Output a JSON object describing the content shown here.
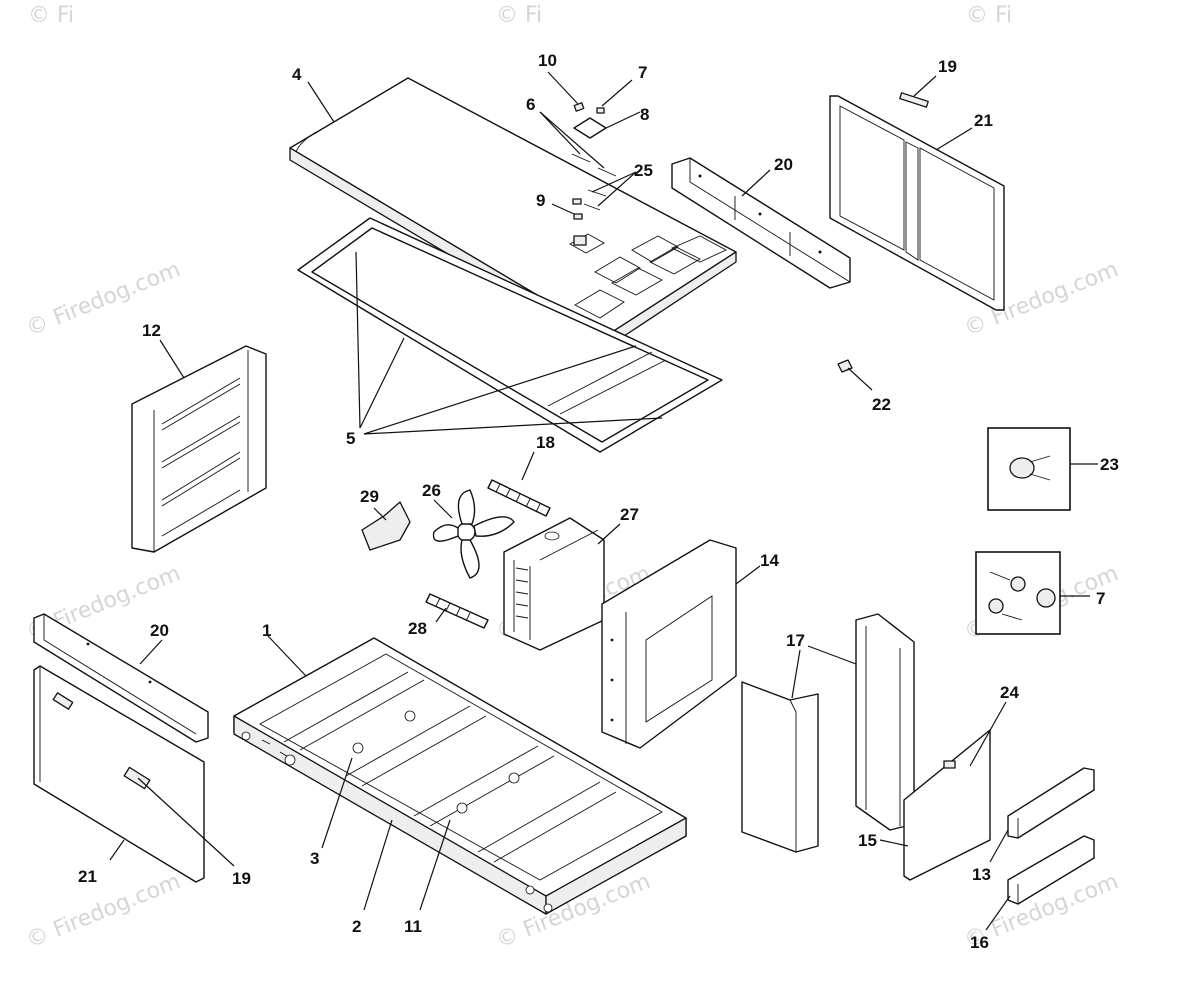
{
  "watermark": {
    "text": "© Firedog.com",
    "corner_text": "© Fi"
  },
  "callouts": [
    {
      "id": "c1",
      "label": "1"
    },
    {
      "id": "c2",
      "label": "2"
    },
    {
      "id": "c3",
      "label": "3"
    },
    {
      "id": "c4",
      "label": "4"
    },
    {
      "id": "c5",
      "label": "5"
    },
    {
      "id": "c6",
      "label": "6"
    },
    {
      "id": "c7a",
      "label": "7"
    },
    {
      "id": "c7b",
      "label": "7"
    },
    {
      "id": "c8",
      "label": "8"
    },
    {
      "id": "c9",
      "label": "9"
    },
    {
      "id": "c10",
      "label": "10"
    },
    {
      "id": "c11",
      "label": "11"
    },
    {
      "id": "c12",
      "label": "12"
    },
    {
      "id": "c13",
      "label": "13"
    },
    {
      "id": "c14",
      "label": "14"
    },
    {
      "id": "c15",
      "label": "15"
    },
    {
      "id": "c16",
      "label": "16"
    },
    {
      "id": "c17",
      "label": "17"
    },
    {
      "id": "c18",
      "label": "18"
    },
    {
      "id": "c19a",
      "label": "19"
    },
    {
      "id": "c19b",
      "label": "19"
    },
    {
      "id": "c20a",
      "label": "20"
    },
    {
      "id": "c20b",
      "label": "20"
    },
    {
      "id": "c21a",
      "label": "21"
    },
    {
      "id": "c21b",
      "label": "21"
    },
    {
      "id": "c22",
      "label": "22"
    },
    {
      "id": "c23",
      "label": "23"
    },
    {
      "id": "c24",
      "label": "24"
    },
    {
      "id": "c25",
      "label": "25"
    },
    {
      "id": "c26",
      "label": "26"
    },
    {
      "id": "c27",
      "label": "27"
    },
    {
      "id": "c28",
      "label": "28"
    },
    {
      "id": "c29",
      "label": "29"
    }
  ]
}
